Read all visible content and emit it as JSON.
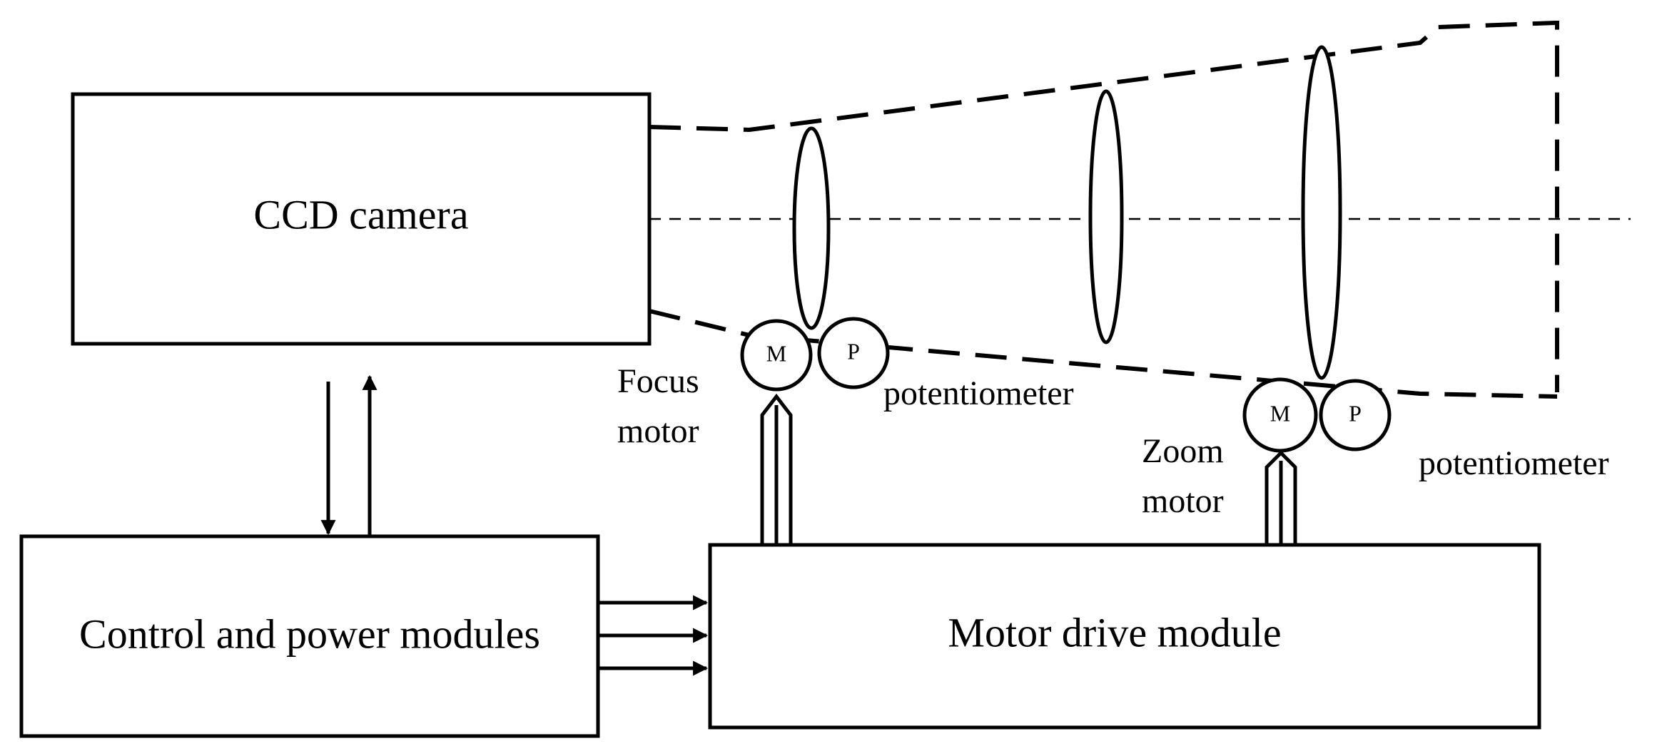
{
  "blocks": {
    "camera": "CCD camera",
    "control": "Control and power modules",
    "motor_drive": "Motor drive module"
  },
  "focus": {
    "motor_symbol": "M",
    "pot_symbol": "P",
    "motor_label_line1": "Focus",
    "motor_label_line2": "motor",
    "pot_label": "potentiometer"
  },
  "zoom": {
    "motor_symbol": "M",
    "pot_symbol": "P",
    "motor_label_line1": "Zoom",
    "motor_label_line2": "motor",
    "pot_label": "potentiometer"
  }
}
